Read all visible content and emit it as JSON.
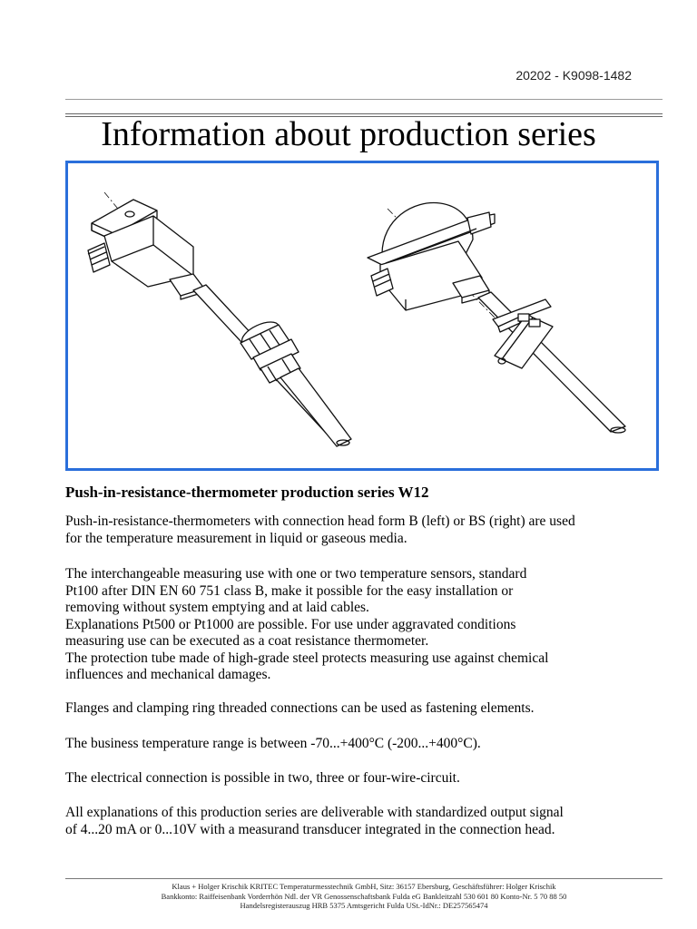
{
  "header": {
    "doc_number": "20202 - K9098-1482"
  },
  "title": "Information about production series",
  "figure": {
    "frame_color": "#2a6fdb",
    "items": [
      {
        "icon": "thermometer-head-form-b-drawing"
      },
      {
        "icon": "thermometer-head-form-bs-flange-drawing"
      }
    ]
  },
  "section": {
    "heading": "Push-in-resistance-thermometer production series W12",
    "paragraphs": [
      {
        "lines": [
          "Push-in-resistance-thermometers with connection head form B (left) or BS (right) are used",
          "for the temperature measurement in liquid or gaseous media."
        ]
      },
      {
        "lines": [
          "The interchangeable measuring use with one or two temperature sensors, standard",
          "Pt100 after DIN EN 60 751 class B, make it possible for the easy installation or",
          "removing without system emptying and at laid cables.",
          "Explanations Pt500 or Pt1000 are possible. For use under aggravated conditions",
          "measuring use can be executed as a coat resistance thermometer.",
          "The protection tube made of high-grade steel protects measuring use against chemical",
          "influences and mechanical damages."
        ]
      },
      {
        "lines": [
          "Flanges and clamping ring threaded connections can be used as fastening elements."
        ]
      },
      {
        "lines": [
          "The business temperature range is between -70...+400°C (-200...+400°C)."
        ]
      },
      {
        "lines": [
          "The electrical connection is possible in two, three or four-wire-circuit."
        ]
      },
      {
        "lines": [
          "All explanations of this production series are deliverable with standardized output signal",
          "of 4...20 mA  or 0...10V with a measurand transducer integrated in the connection head."
        ]
      }
    ]
  },
  "footer": {
    "lines": [
      "Klaus + Holger Krischik KRITEC Temperaturmesstechnik GmbH, Sitz:  36157 Ebersburg, Geschäftsführer: Holger Krischik",
      "Bankkonto:  Raiffeisenbank Vorderrhön Ndl. der VR Genossenschaftsbank Fulda eG   Bankleitzahl 530 601 80    Konto-Nr. 5 70 88 50",
      "Handelsregisterauszug HRB 5375  Amtsgericht Fulda          USt.-IdNr.: DE257565474"
    ]
  }
}
